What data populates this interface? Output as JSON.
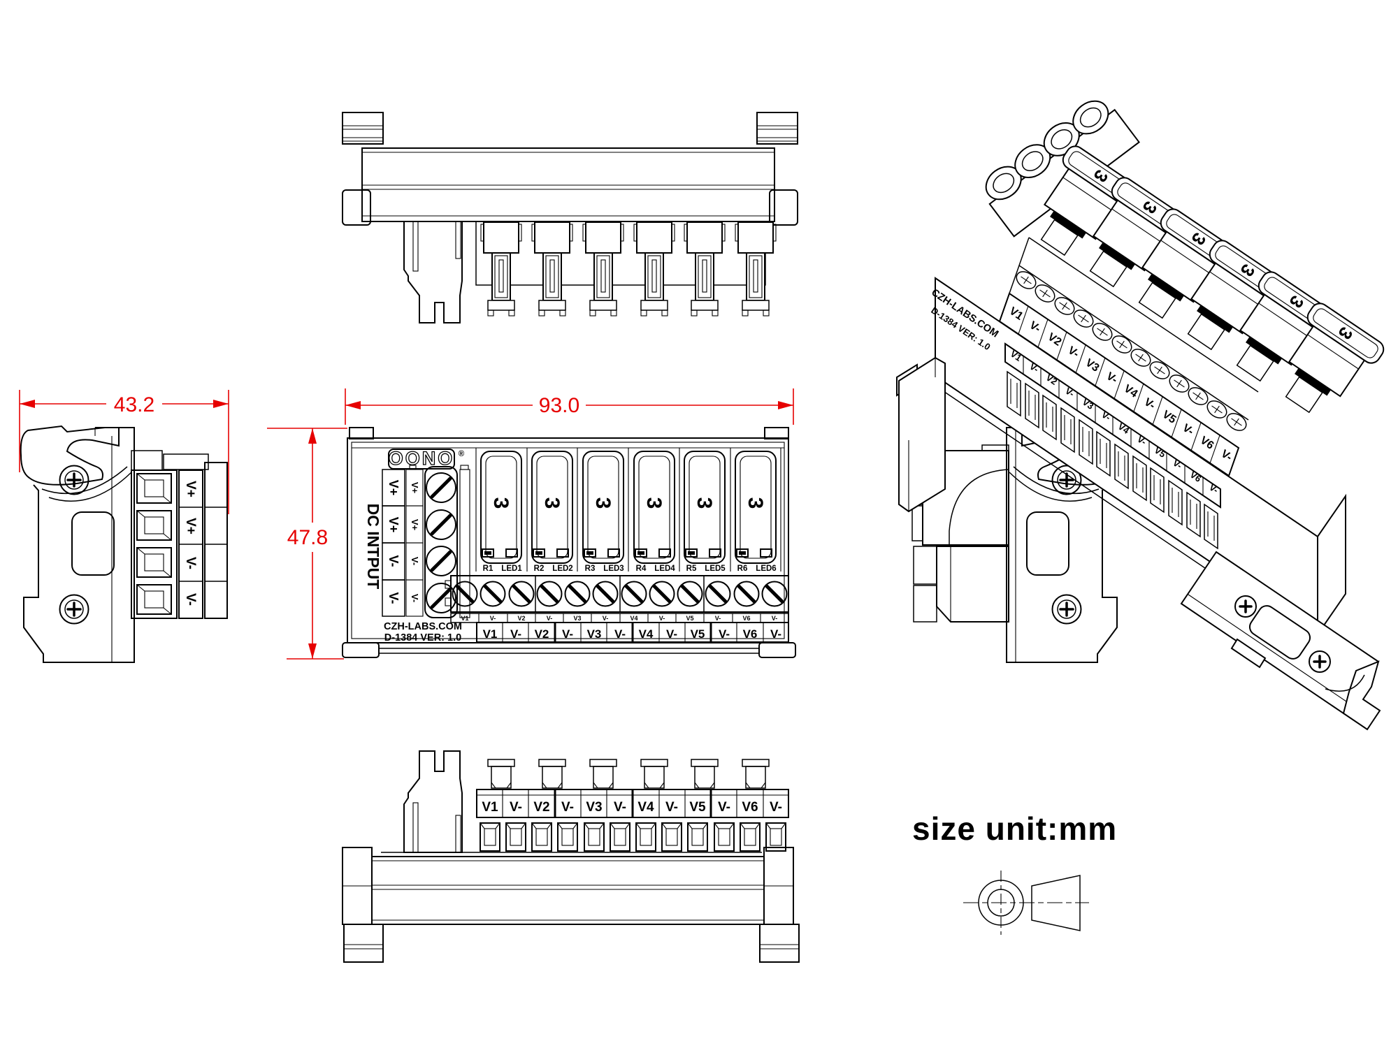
{
  "colors": {
    "line": "#000000",
    "dimension": "#e60000",
    "background": "#ffffff"
  },
  "dimensions": {
    "width": "93.0",
    "height": "47.8",
    "depth": "43.2"
  },
  "note": "size unit:mm",
  "branding": {
    "logo": "OONO",
    "registered": "®",
    "maker": "CZH-LABS.COM",
    "model": "D-1384 VER: 1.0"
  },
  "labels": {
    "dc_input": "DC INTPUT",
    "fuse": "3",
    "inputs": [
      "V+",
      "V+",
      "V-",
      "V-"
    ],
    "outputs": [
      "V1",
      "V-",
      "V2",
      "V-",
      "V3",
      "V-",
      "V4",
      "V-",
      "V5",
      "V-",
      "V6",
      "V-"
    ],
    "indicators": [
      "R1",
      "LED1",
      "R2",
      "LED2",
      "R3",
      "LED3",
      "R4",
      "LED4",
      "R5",
      "LED5",
      "R6",
      "LED6"
    ]
  }
}
